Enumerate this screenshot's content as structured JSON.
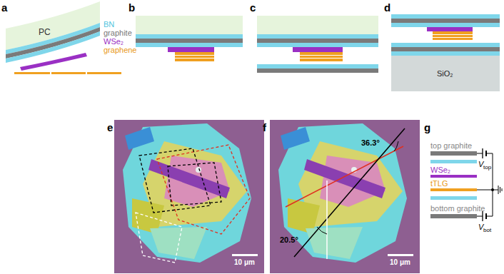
{
  "diagram": {
    "labels": [
      "a",
      "PC",
      "BN",
      "graphite",
      "WSe₂",
      "graphene",
      "b",
      "c",
      "d",
      "SiO₂",
      "e",
      "10 μm",
      "f",
      "36.3°",
      "20.5°",
      "10 μm",
      "g",
      "top graphite",
      "WSe₂",
      "tTLG",
      "bottom graphite",
      "V",
      "top",
      "V",
      "bot"
    ]
  }
}
